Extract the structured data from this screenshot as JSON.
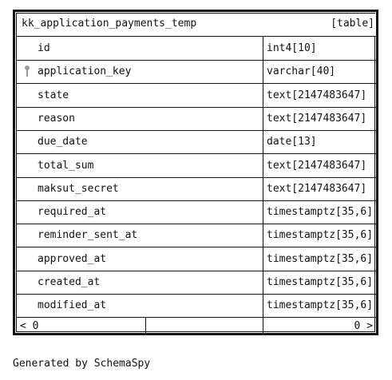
{
  "table": {
    "name": "kk_application_payments_temp",
    "kind": "[table]",
    "columns": [
      {
        "name": "id",
        "type": "int4[10]",
        "is_key": false
      },
      {
        "name": "application_key",
        "type": "varchar[40]",
        "is_key": true
      },
      {
        "name": "state",
        "type": "text[2147483647]",
        "is_key": false
      },
      {
        "name": "reason",
        "type": "text[2147483647]",
        "is_key": false
      },
      {
        "name": "due_date",
        "type": "date[13]",
        "is_key": false
      },
      {
        "name": "total_sum",
        "type": "text[2147483647]",
        "is_key": false
      },
      {
        "name": "maksut_secret",
        "type": "text[2147483647]",
        "is_key": false
      },
      {
        "name": "required_at",
        "type": "timestamptz[35,6]",
        "is_key": false
      },
      {
        "name": "reminder_sent_at",
        "type": "timestamptz[35,6]",
        "is_key": false
      },
      {
        "name": "approved_at",
        "type": "timestamptz[35,6]",
        "is_key": false
      },
      {
        "name": "created_at",
        "type": "timestamptz[35,6]",
        "is_key": false
      },
      {
        "name": "modified_at",
        "type": "timestamptz[35,6]",
        "is_key": false
      }
    ],
    "footer": {
      "parents": "< 0",
      "children": "0 >"
    }
  },
  "generated_by": "Generated by SchemaSpy",
  "icons": {
    "key": "key-icon"
  },
  "colors": {
    "border": "#111111",
    "key_icon": "#9a9a9a"
  }
}
